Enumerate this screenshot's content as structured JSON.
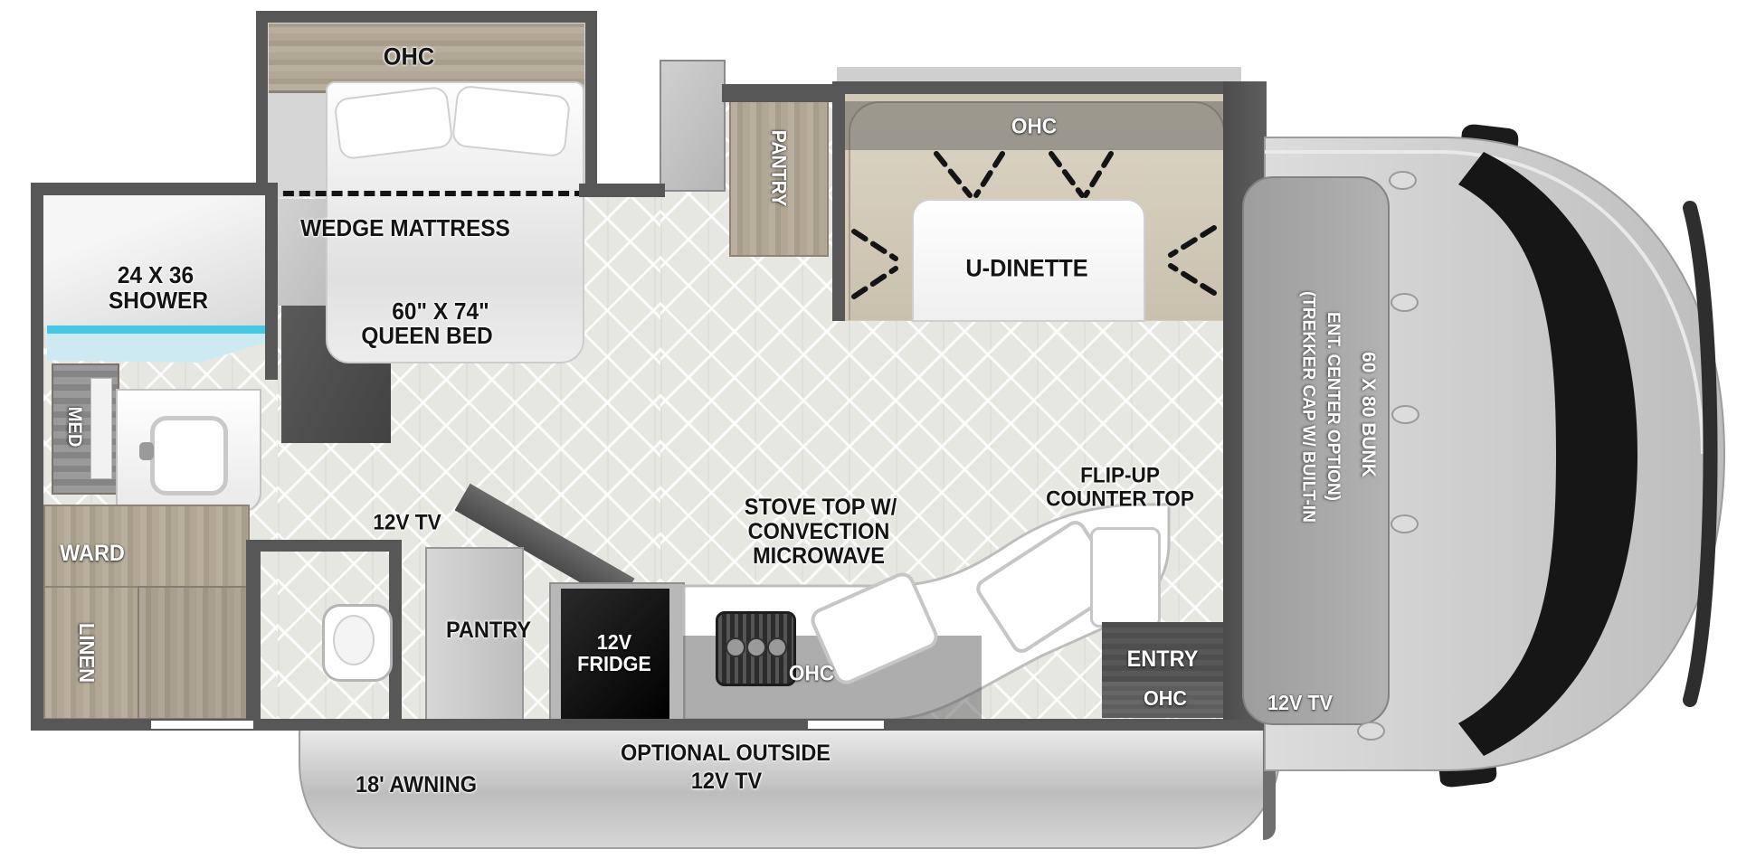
{
  "title": "Class C motorhome floor plan",
  "colors": {
    "wall": "#575757",
    "floor_tile": "#e7e7e2",
    "wood": "#b0a694",
    "bench_tan": "#d2c9b7",
    "shower_water": "#45c8e8",
    "cab_gray": "#d2d2d2",
    "appliance_black": "#0d0d0d",
    "label_black": "#141414",
    "label_white": "#ffffff"
  },
  "bedroom": {
    "ohc": "OHC",
    "wedge_label": "WEDGE MATTRESS",
    "bed_size": "60\" X 74\"",
    "bed_type": "QUEEN BED",
    "tv_label": "12V TV"
  },
  "bathroom": {
    "shower_size": "24 X 36",
    "shower_label": "SHOWER",
    "med": "MED",
    "ward": "WARD",
    "linen": "LINEN"
  },
  "kitchen": {
    "pantry": "PANTRY",
    "fridge_line1": "12V",
    "fridge_line2": "FRIDGE",
    "stove_line1": "STOVE TOP W/",
    "stove_line2": "CONVECTION",
    "stove_line3": "MICROWAVE",
    "ohc": "OHC"
  },
  "dinette": {
    "label": "U-DINETTE",
    "ohc": "OHC",
    "pantry": "PANTRY"
  },
  "entry": {
    "label": "ENTRY",
    "ohc": "OHC",
    "flip_line1": "FLIP-UP",
    "flip_line2": "COUNTER TOP",
    "front_tv": "12V TV"
  },
  "cab": {
    "trekker_line1": "(TREKKER CAP W/ BUILT-IN",
    "trekker_line2": "ENT. CENTER OPTION)",
    "bunk": "60 X 80 BUNK"
  },
  "exterior": {
    "awning": "18' AWNING",
    "outside_tv_line1": "OPTIONAL OUTSIDE",
    "outside_tv_line2": "12V TV"
  }
}
